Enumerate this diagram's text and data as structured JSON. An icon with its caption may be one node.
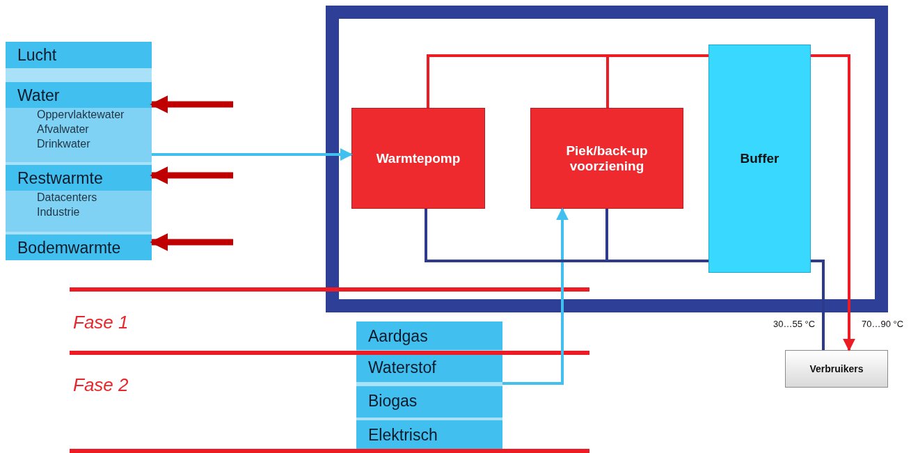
{
  "diagram": {
    "nodes": [
      {
        "text": [
          "Lucht"
        ]
      },
      {
        "text": [
          "Water",
          "Oppervlaktewater",
          "Afvalwater",
          "Drinkwater"
        ]
      },
      {
        "text": [
          "Restwarmte",
          "Datacenters",
          "Industrie"
        ]
      },
      {
        "text": [
          "Bodemwarmte"
        ]
      },
      {
        "text": [],
        "shape": "box"
      },
      {
        "text": [
          "Warmtepomp"
        ],
        "in": 4
      },
      {
        "text": [
          "Piek/back-up voorziening"
        ],
        "in": 4
      },
      {
        "text": [
          "Buffer"
        ],
        "in": 4
      },
      {
        "text": [
          "Aardgas"
        ]
      },
      {
        "text": [
          "Waterstof"
        ]
      },
      {
        "text": [
          "Biogas"
        ]
      },
      {
        "text": [
          "Elektrisch"
        ]
      },
      {
        "text": [
          "Verbruikers"
        ]
      }
    ],
    "edges": [
      {
        "from": null,
        "to": 1,
        "arrow": "to",
        "style": "thick",
        "color": "#c00000"
      },
      {
        "from": null,
        "to": 2,
        "arrow": "to",
        "style": "thick",
        "color": "#c00000"
      },
      {
        "from": null,
        "to": 3,
        "arrow": "to",
        "style": "thick",
        "color": "#c00000"
      },
      {
        "from": 1,
        "to": 5,
        "arrow": "to",
        "color": "#41bfef"
      },
      {
        "from": 9,
        "to": 6,
        "arrow": "to",
        "color": "#41bfef"
      },
      {
        "from": 5,
        "to": 7,
        "arrow": "none",
        "color": "#ed1c24"
      },
      {
        "from": 6,
        "to": 7,
        "arrow": "none",
        "color": "#ed1c24"
      },
      {
        "from": 7,
        "to": 12,
        "arrow": "to",
        "color": "#ed1c24"
      },
      {
        "from": 5,
        "to": 7,
        "arrow": "none",
        "color": "#2e3a8c"
      },
      {
        "from": 6,
        "to": 7,
        "arrow": "none",
        "color": "#2e3a8c"
      },
      {
        "from": 7,
        "to": 12,
        "arrow": "none",
        "color": "#2e3a8c"
      }
    ],
    "labels": [
      "Fase 1",
      "30…55 °C",
      "70…90 °C",
      "Fase 2"
    ]
  }
}
